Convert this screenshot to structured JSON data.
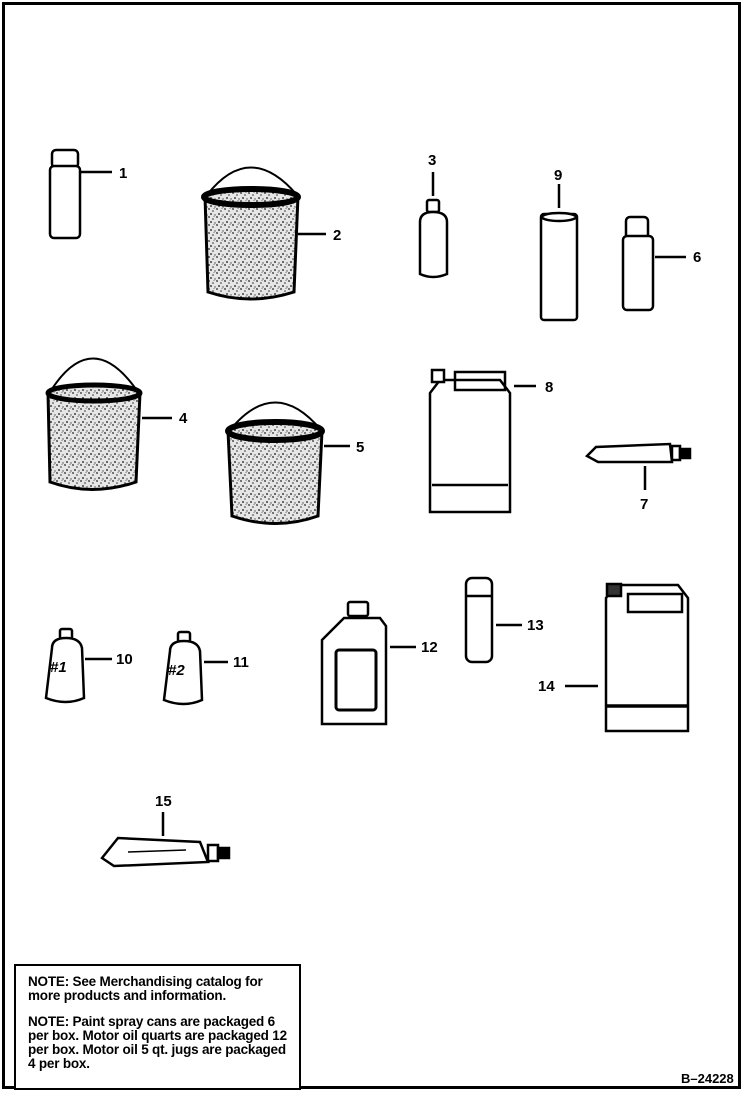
{
  "callouts": {
    "c1": "1",
    "c2": "2",
    "c3": "3",
    "c4": "4",
    "c5": "5",
    "c6": "6",
    "c7": "7",
    "c8": "8",
    "c9": "9",
    "c10": "10",
    "c11": "11",
    "c12": "12",
    "c13": "13",
    "c14": "14",
    "c15": "15"
  },
  "bottle_marks": {
    "bottle1": "#1",
    "bottle2": "#2"
  },
  "notes": {
    "note1": "NOTE: See Merchandising catalog for more products and information.",
    "note2": "NOTE: Paint spray cans are packaged 6 per box.  Motor oil quarts are packaged 12 per box.  Motor oil 5 qt. jugs are packaged 4 per box."
  },
  "figure_number": "B–24228"
}
